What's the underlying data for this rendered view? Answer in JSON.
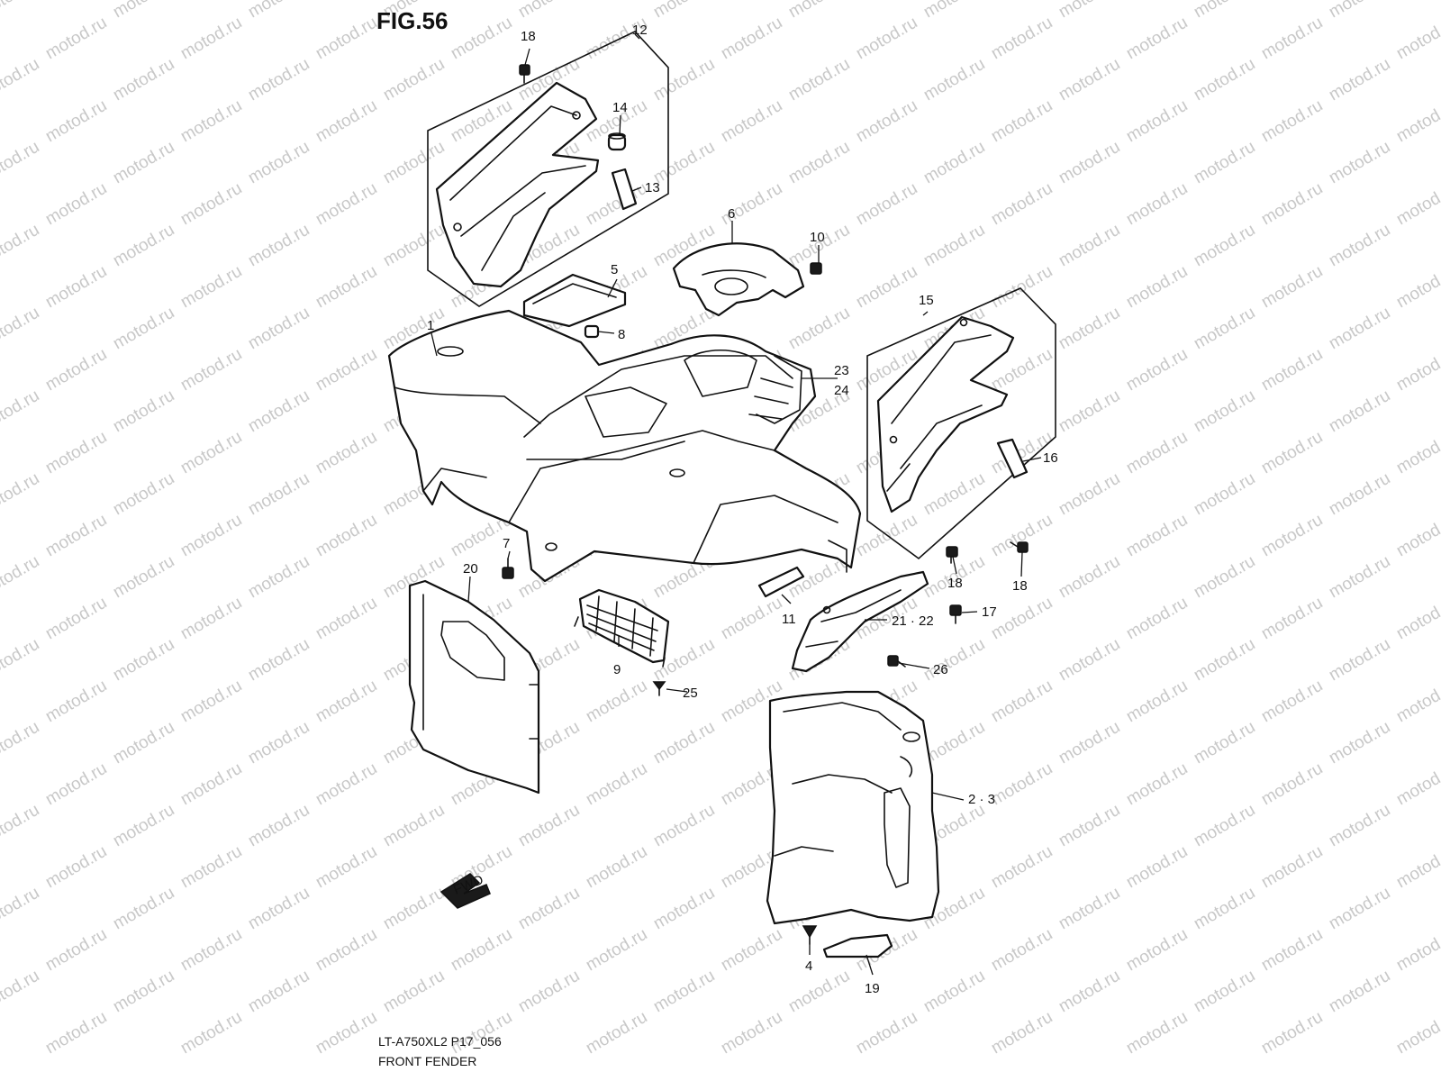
{
  "figure": {
    "title": "FIG.56",
    "model_code": "LT-A750XL2 P17_056",
    "section_name": "FRONT FENDER"
  },
  "watermark": "motod.ru",
  "fwd_label": "FWD",
  "callouts": [
    "1",
    "2 · 3",
    "4",
    "5",
    "6",
    "7",
    "8",
    "9",
    "10",
    "11",
    "12",
    "13",
    "14",
    "15",
    "16",
    "17",
    "18",
    "18",
    "18",
    "19",
    "20",
    "21 · 22",
    "23",
    "24",
    "25",
    "26"
  ]
}
